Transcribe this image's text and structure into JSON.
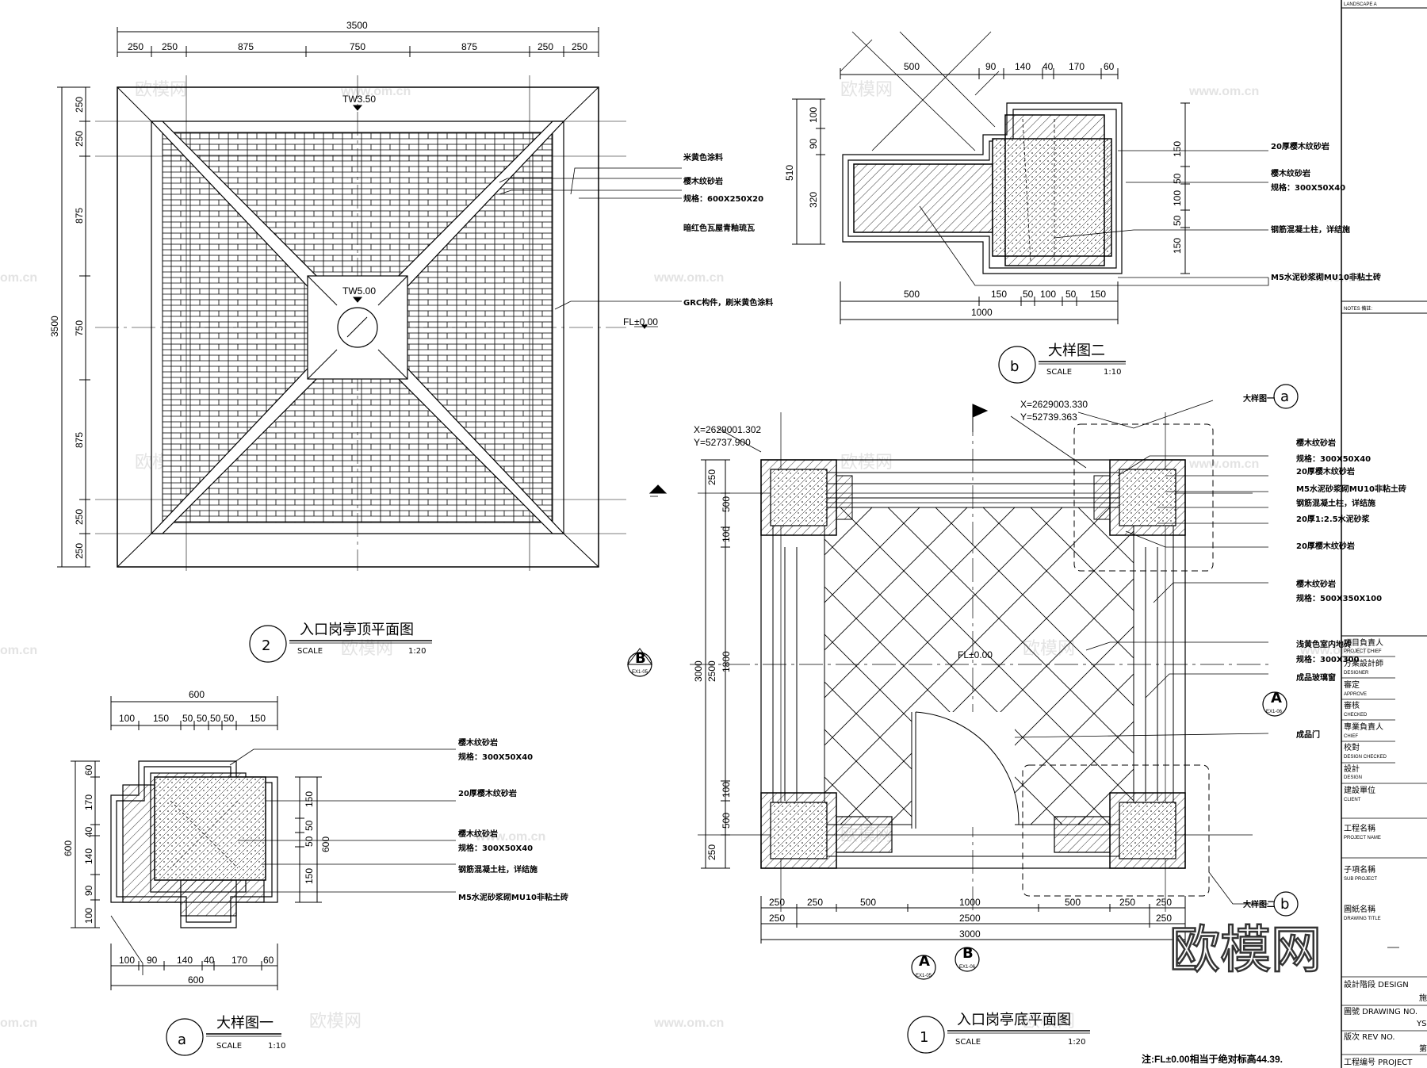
{
  "watermarks": {
    "brand": "欧模网",
    "site": "www.om.cn",
    "site_short": "om.cn"
  },
  "roof_plan": {
    "total_width": "3500",
    "top_dims": [
      "250",
      "250",
      "875",
      "750",
      "875",
      "250",
      "250"
    ],
    "left_total": "3500",
    "left_dims": [
      "250",
      "250",
      "875",
      "750",
      "875",
      "250",
      "250"
    ],
    "tw_top": "TW3.50",
    "tw_center": "TW5.00",
    "fl": "FL±0.00",
    "notes": [
      "米黄色涂料",
      "樱木纹砂岩",
      "规格：600X250X20",
      "暗红色瓦屋青釉琉瓦",
      "GRC构件，刷米黄色涂料"
    ],
    "number": "2",
    "title": "入口岗亭顶平面图",
    "scale_label": "SCALE",
    "scale": "1:20"
  },
  "detail_b": {
    "top_dims": [
      "500",
      "90",
      "140",
      "40",
      "170",
      "60"
    ],
    "left_dims": [
      "100",
      "90",
      "320"
    ],
    "left_total": "510",
    "right_dims": [
      "150",
      "50",
      "100",
      "50",
      "150"
    ],
    "bottom_dims": [
      "500",
      "150",
      "50",
      "100",
      "50",
      "150"
    ],
    "bottom_total": "1000",
    "notes": [
      "20厚樱木纹砂岩",
      "樱木纹砂岩",
      "规格：300X50X40",
      "钢筋混凝土柱，详结施",
      "M5水泥砂浆砌MU10非粘土砖"
    ],
    "number": "b",
    "title": "大样图二",
    "scale_label": "SCALE",
    "scale": "1:10"
  },
  "floor_plan": {
    "coord_left": [
      "X=2629001.302",
      "Y=52737.900"
    ],
    "coord_right": [
      "X=2629003.330",
      "Y=52739.363"
    ],
    "left_dims": [
      "250",
      "500",
      "100",
      "1800",
      "100",
      "500",
      "250"
    ],
    "left_mid": "2500",
    "left_total": "3000",
    "bottom_dims": [
      "250",
      "250",
      "500",
      "1000",
      "500",
      "250",
      "250"
    ],
    "bottom_mid": [
      "250",
      "2500",
      "250"
    ],
    "bottom_total": "3000",
    "fl": "FL±0.00",
    "callout_a": "大样图一",
    "callout_b": "大样图二",
    "notes": [
      "樱木纹砂岩",
      "规格：300X50X40",
      "20厚樱木纹砂岩",
      "M5水泥砂浆砌MU10非粘土砖",
      "钢筋混凝土柱，详结施",
      "20厚1:2.5水泥砂浆",
      "20厚樱木纹砂岩",
      "樱木纹砂岩",
      "规格：500X350X100",
      "浅黄色室内地砖",
      "规格：300X300",
      "成品玻璃窗",
      "成品门"
    ],
    "section_a": "A",
    "section_b": "B",
    "section_ref": "EX1-05",
    "section_ref2": "EX1-06",
    "number": "1",
    "title": "入口岗亭底平面图",
    "scale_label": "SCALE",
    "scale": "1:20",
    "footnote": "注:FL±0.00相当于绝对标高44.39."
  },
  "detail_a": {
    "top_total": "600",
    "top_dims": [
      "100",
      "150",
      "50",
      "50",
      "50",
      "50",
      "150"
    ],
    "left_dims": [
      "60",
      "170",
      "40",
      "140",
      "90",
      "100"
    ],
    "left_total": "600",
    "right_dims": [
      "150",
      "50",
      "50",
      "150"
    ],
    "right_total": "600",
    "bottom_dims": [
      "100",
      "90",
      "140",
      "40",
      "170",
      "60"
    ],
    "bottom_total": "600",
    "notes": [
      "樱木纹砂岩",
      "规格：300X50X40",
      "20厚樱木纹砂岩",
      "樱木纹砂岩",
      "规格：300X50X40",
      "钢筋混凝土柱，详结施",
      "M5水泥砂浆砌MU10非粘土砖"
    ],
    "number": "a",
    "title": "大样图一",
    "scale_label": "SCALE",
    "scale": "1:10"
  },
  "title_block": {
    "header": "LANDSCAPE A",
    "notes_label": "NOTES   備註:",
    "rows": [
      {
        "zh": "項目負責人",
        "en": "PROJECT CHIEF"
      },
      {
        "zh": "方案設計師",
        "en": "DESIGNER"
      },
      {
        "zh": "審定",
        "en": "APPROVE"
      },
      {
        "zh": "審核",
        "en": "CHECKED"
      },
      {
        "zh": "專業負責人",
        "en": "CHIEF"
      },
      {
        "zh": "校對",
        "en": "DESIGN CHECKED"
      },
      {
        "zh": "設計",
        "en": "DESIGN"
      },
      {
        "zh": "建設單位",
        "en": "CLIENT"
      },
      {
        "zh": "工程名稱",
        "en": "PROJECT NAME"
      },
      {
        "zh": "子項名稱",
        "en": "SUB PROJECT"
      },
      {
        "zh": "圖紙名稱",
        "en": "DRAWING TITLE"
      }
    ],
    "stage_label": "設計階段 DESIGN",
    "stage_value": "施",
    "drawing_no_label": "圖號 DRAWING NO.",
    "drawing_no_value": "YS",
    "rev_label": "版次 REV NO.",
    "rev_value": "第",
    "project_no_label": "工程编号 PROJECT"
  },
  "brand_logo": "欧模网"
}
